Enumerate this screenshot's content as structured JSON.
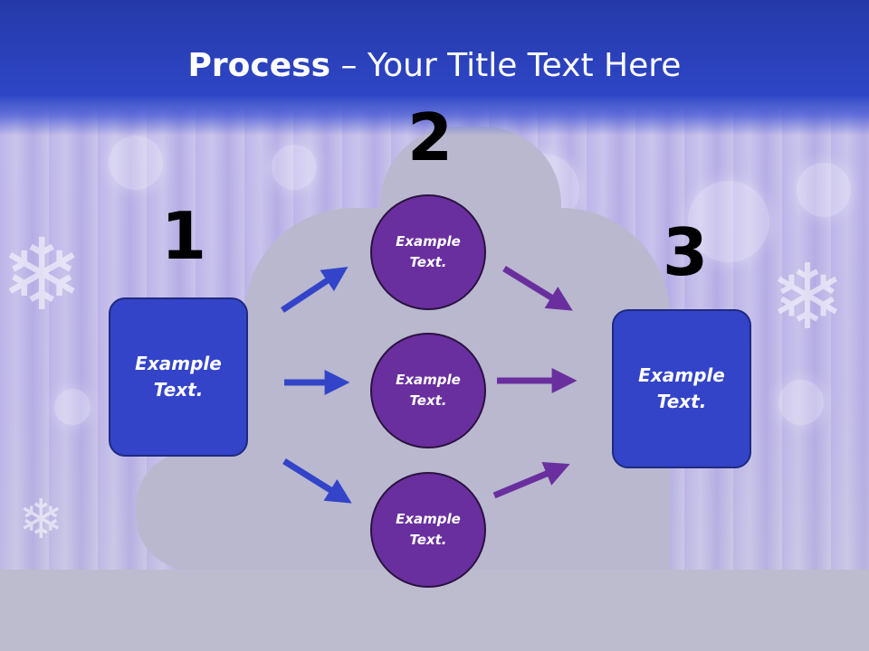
{
  "title": {
    "bold": "Process",
    "rest": " – Your Title Text Here"
  },
  "steps": [
    {
      "number": "1"
    },
    {
      "number": "2"
    },
    {
      "number": "3"
    }
  ],
  "left_box": {
    "line1": "Example",
    "line2": "Text."
  },
  "right_box": {
    "line1": "Example",
    "line2": "Text."
  },
  "circles": [
    {
      "line1": "Example",
      "line2": "Text."
    },
    {
      "line1": "Example",
      "line2": "Text."
    },
    {
      "line1": "Example",
      "line2": "Text."
    }
  ],
  "colors": {
    "title_bar": "#2e46c6",
    "box_fill": "#3344c8",
    "circle_fill": "#6a2f9e",
    "blue_arrow": "#3344c8",
    "purple_arrow": "#6a2f9e"
  }
}
